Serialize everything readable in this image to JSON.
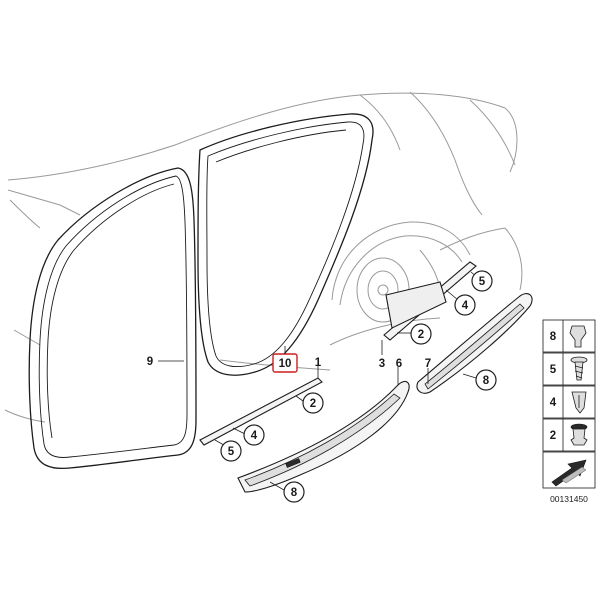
{
  "diagram": {
    "callouts": {
      "c9": "9",
      "c10": "10",
      "c1": "1",
      "c2a": "2",
      "c4a": "4",
      "c5a": "5",
      "c8a": "8",
      "c3": "3",
      "c2b": "2",
      "c4b": "4",
      "c5b": "5",
      "c6": "6",
      "c7": "7",
      "c8b": "8"
    },
    "legend": {
      "items": [
        "8",
        "5",
        "4",
        "2"
      ]
    },
    "highlight_color": "#cc1f1f",
    "diagram_code": "00131450"
  }
}
